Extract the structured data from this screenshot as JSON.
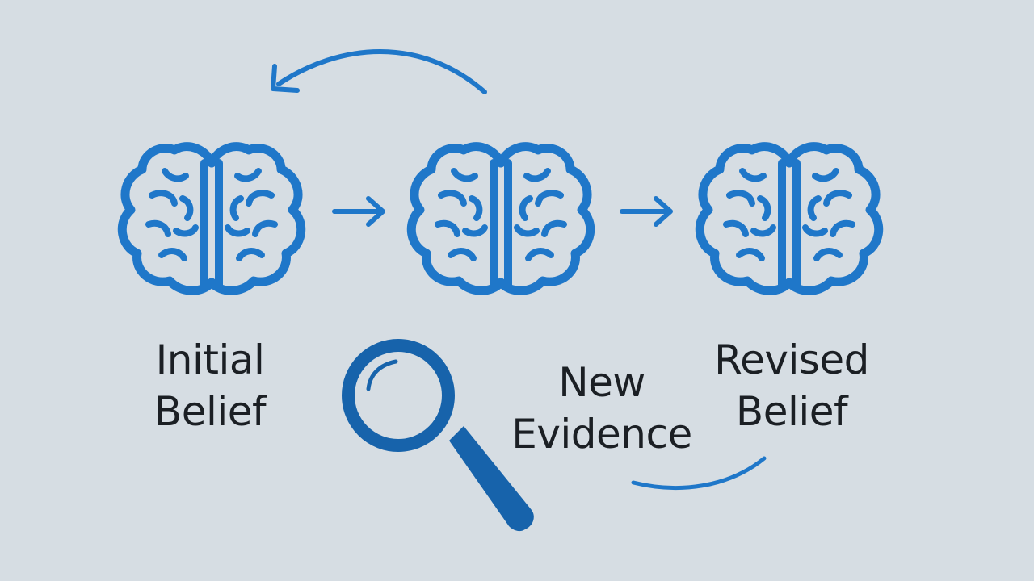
{
  "colors": {
    "background": "#d6dde3",
    "accent": "#1f77c9",
    "accent_dark": "#1763ab",
    "text": "#1b1f24"
  },
  "icons": {
    "brain": "brain-icon",
    "magnifier": "magnifying-glass-icon",
    "arrow": "arrow-right-icon",
    "cycle_arrow": "curved-arrow-icon"
  },
  "labels": {
    "initial_belief": {
      "line1": "Initial",
      "line2": "Belief"
    },
    "new_evidence": {
      "line1": "New",
      "line2": "Evidence"
    },
    "revised_belief": {
      "line1": "Revised",
      "line2": "Belief"
    }
  }
}
